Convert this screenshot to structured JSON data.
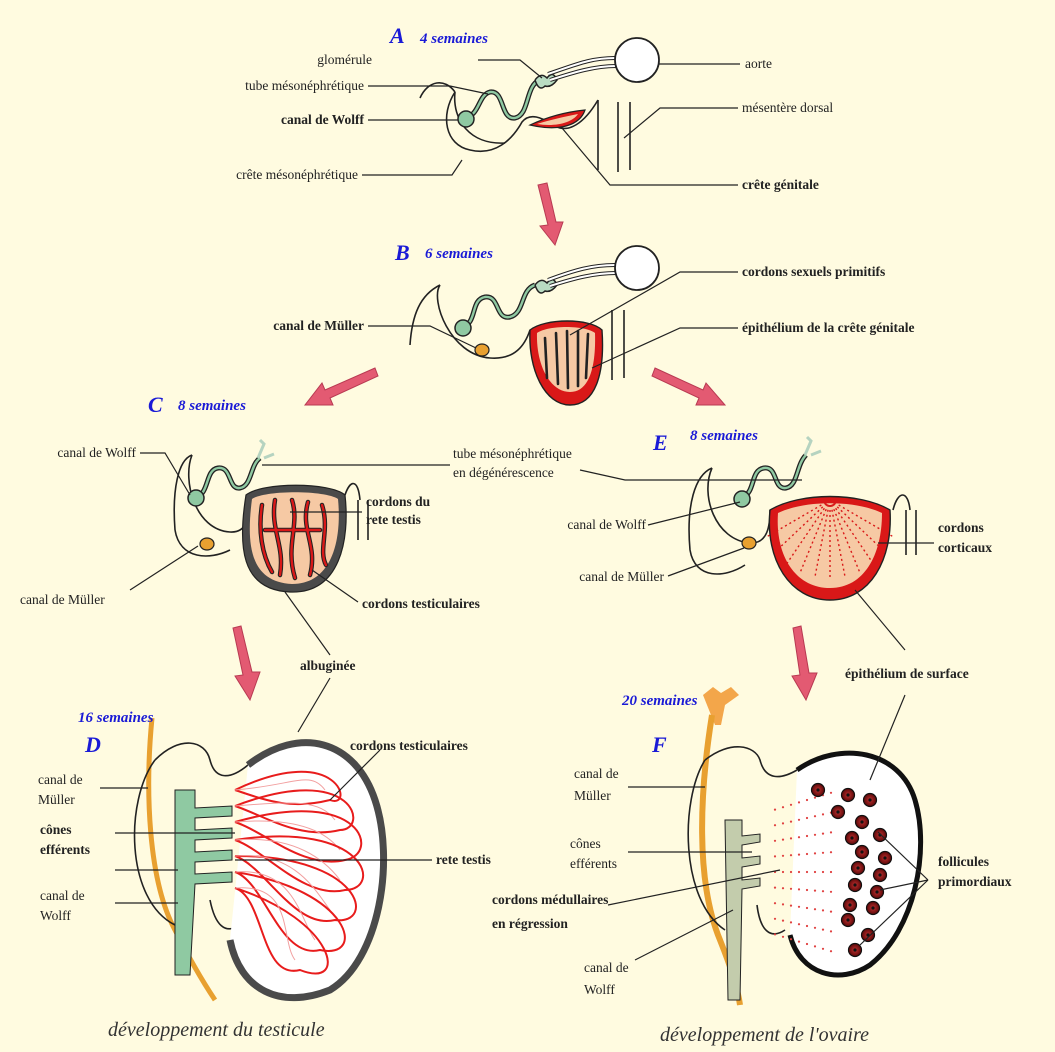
{
  "colors": {
    "background": "#fffbe0",
    "stage_label": "#1a1ad6",
    "arrow": "#e35a72",
    "genital_red": "#d91818",
    "cortex_peach": "#f6c9a4",
    "duct_green": "#8fc9a2",
    "muller_orange": "#e8a030",
    "tunica_gray": "#4a4a4a",
    "follicle": "#8a1010"
  },
  "stages": {
    "A": {
      "letter": "A",
      "weeks": "4 semaines"
    },
    "B": {
      "letter": "B",
      "weeks": "6 semaines"
    },
    "C": {
      "letter": "C",
      "weeks": "8 semaines"
    },
    "E": {
      "letter": "E",
      "weeks": "8 semaines"
    },
    "D": {
      "letter": "D",
      "weeks": "16 semaines"
    },
    "F": {
      "letter": "F",
      "weeks": "20 semaines"
    }
  },
  "labels": {
    "a_glomerule": "glomérule",
    "a_tube": "tube mésonéphrétique",
    "a_wolff": "canal de Wolff",
    "a_crete_meso": "crête mésonéphrétique",
    "a_aorte": "aorte",
    "a_mesentere": "mésentère dorsal",
    "a_crete_gen": "crête génitale",
    "b_cordons": "cordons sexuels primitifs",
    "b_muller": "canal de Müller",
    "b_epith": "épithélium de la crête génitale",
    "c_wolff": "canal de Wolff",
    "c_muller": "canal de Müller",
    "c_rete_1": "cordons du",
    "c_rete_2": "rete testis",
    "c_test": "cordons testiculaires",
    "ce_tube_1": "tube mésonéphrétique",
    "ce_tube_2": "en dégénérescence",
    "e_wolff": "canal de Wolff",
    "e_muller": "canal de Müller",
    "e_cort_1": "cordons",
    "e_cort_2": "corticaux",
    "albuginee": "albuginée",
    "epith_surface": "épithélium de surface",
    "d_cordons": "cordons testiculaires",
    "d_muller_1": "canal de",
    "d_muller_2": "Müller",
    "d_cones_1": "cônes",
    "d_cones_2": "efférents",
    "d_rete": "rete testis",
    "d_wolff_1": "canal de",
    "d_wolff_2": "Wolff",
    "f_muller_1": "canal de",
    "f_muller_2": "Müller",
    "f_cones_1": "cônes",
    "f_cones_2": "efférents",
    "f_med_1": "cordons médullaires",
    "f_med_2": "en régression",
    "f_foll_1": "follicules",
    "f_foll_2": "primordiaux",
    "f_wolff_1": "canal de",
    "f_wolff_2": "Wolff"
  },
  "captions": {
    "testis": "développement du testicule",
    "ovary": "développement de l'ovaire"
  }
}
